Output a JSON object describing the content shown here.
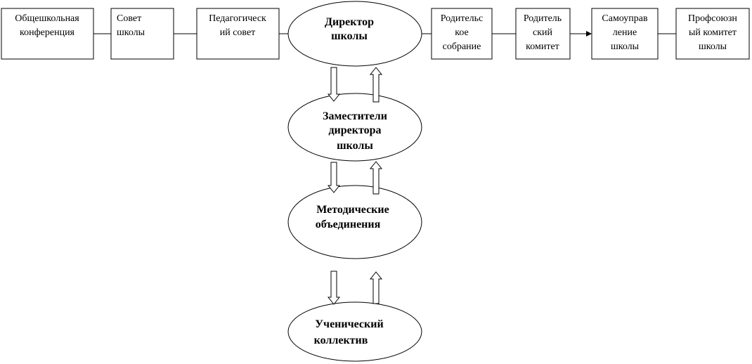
{
  "top_boxes": [
    {
      "id": "general-school-conference",
      "lines": [
        "Общешкольная",
        "конференция"
      ]
    },
    {
      "id": "school-council",
      "lines": [
        "Совет",
        "школы"
      ]
    },
    {
      "id": "pedagogical-council",
      "lines": [
        "Педагогическ",
        "ий совет"
      ]
    },
    {
      "id": "parent-meeting",
      "lines": [
        "Родительс",
        "кое",
        "собрание"
      ]
    },
    {
      "id": "parent-committee",
      "lines": [
        "Родитель",
        "ский",
        "комитет"
      ]
    },
    {
      "id": "school-self-government",
      "lines": [
        "Самоуправ",
        "ление",
        "школы"
      ]
    },
    {
      "id": "trade-union-committee",
      "lines": [
        "Профсоюзн",
        "ый комитет",
        "школы"
      ]
    }
  ],
  "ellipses": [
    {
      "id": "director",
      "lines": [
        "Директор",
        "школы"
      ]
    },
    {
      "id": "deputy-directors",
      "lines": [
        "Заместители",
        "директора",
        "школы"
      ]
    },
    {
      "id": "methodical-associations",
      "lines": [
        "Методические",
        "объединения"
      ]
    },
    {
      "id": "student-body",
      "lines": [
        "Ученический",
        "коллектив"
      ]
    }
  ]
}
